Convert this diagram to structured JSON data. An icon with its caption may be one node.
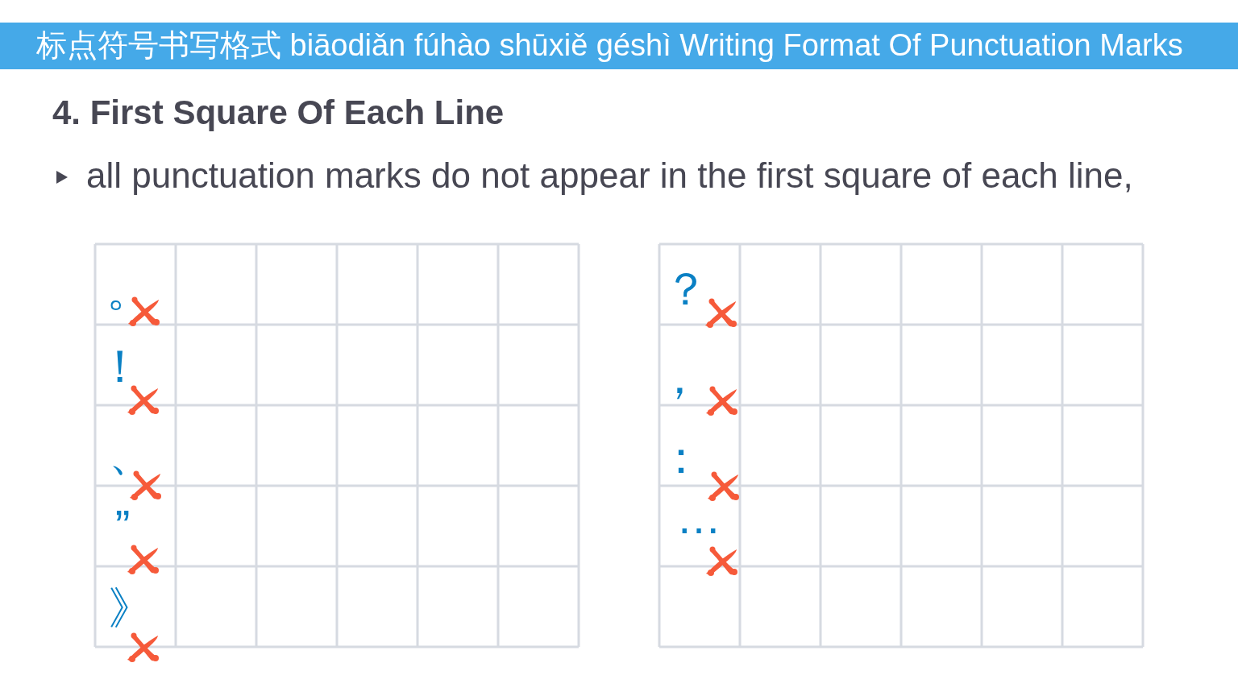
{
  "diagram": {
    "title": "标点符号书写格式 biāodiǎn fúhào shūxiě géshì Writing Format Of Punctuation Marks",
    "labels": [
      "4. First Square Of Each Line",
      "all punctuation marks do not appear in the first square of each line,",
      "。",
      "！",
      "、",
      "”",
      "》",
      "？",
      "，",
      "：",
      "…"
    ]
  }
}
